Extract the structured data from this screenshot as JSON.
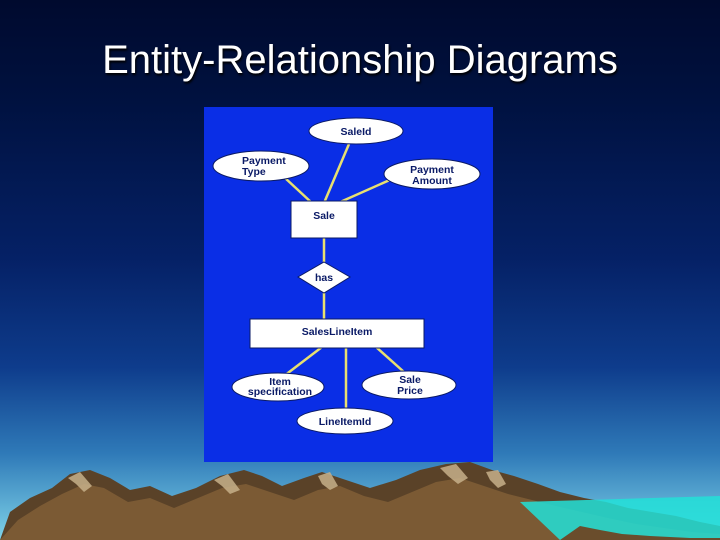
{
  "slide": {
    "title": "Entity-Relationship Diagrams"
  },
  "diagram": {
    "attributes": {
      "sale_id": "SaleId",
      "payment_type_line1": "Payment",
      "payment_type_line2": "Type",
      "payment_amount_line1": "Payment",
      "payment_amount_line2": "Amount",
      "item_spec_line1": "Item",
      "item_spec_line2": "specification",
      "sale_price_line1": "Sale",
      "sale_price_line2": "Price",
      "line_item_id": "LineItemId"
    },
    "entities": {
      "sale": "Sale",
      "sales_line_item": "SalesLineItem"
    },
    "relationships": {
      "has": "has"
    }
  },
  "colors": {
    "panel": "#0a2ee6",
    "connector": "#e8e070",
    "shape_fill": "#ffffff",
    "shape_text": "#0a1a66",
    "title": "#ffffff"
  }
}
